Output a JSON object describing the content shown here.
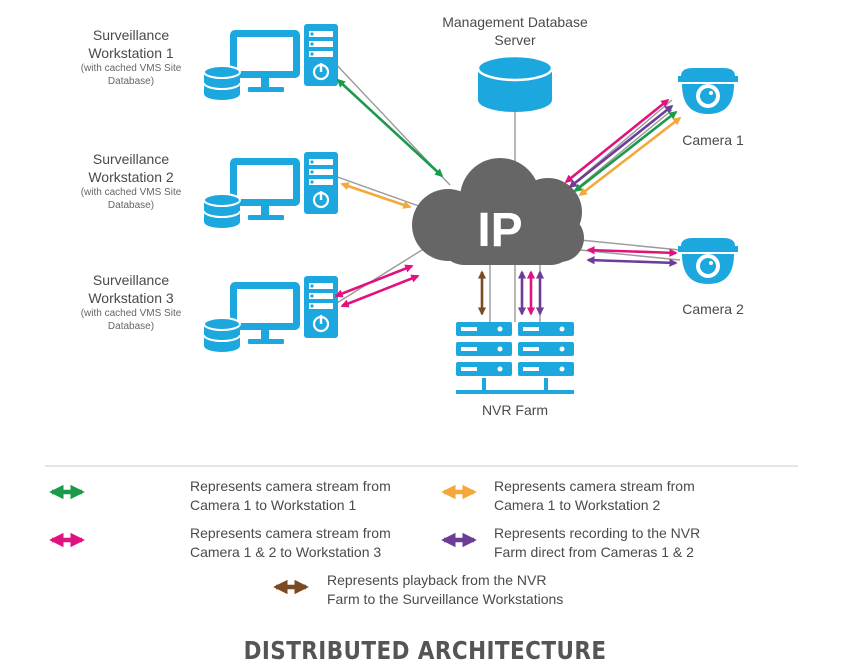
{
  "colors": {
    "device_blue": "#1ca8de",
    "cloud_gray": "#666666",
    "green": "#1a9a4a",
    "orange": "#f5a83a",
    "magenta": "#e0137e",
    "purple": "#6b3d96",
    "brown": "#7a4a22"
  },
  "nodes": {
    "ws1": {
      "title_line1": "Surveillance",
      "title_line2": "Workstation 1",
      "sub_line1": "(with cached VMS Site",
      "sub_line2": "Database)"
    },
    "ws2": {
      "title_line1": "Surveillance",
      "title_line2": "Workstation 2",
      "sub_line1": "(with cached VMS Site",
      "sub_line2": "Database)"
    },
    "ws3": {
      "title_line1": "Surveillance",
      "title_line2": "Workstation 3",
      "sub_line1": "(with cached VMS Site",
      "sub_line2": "Database)"
    },
    "db_server": {
      "line1": "Management Database",
      "line2": "Server"
    },
    "cloud": {
      "label": "IP"
    },
    "camera1": {
      "label": "Camera 1"
    },
    "camera2": {
      "label": "Camera 2"
    },
    "nvr": {
      "label": "NVR Farm"
    }
  },
  "legend": [
    {
      "line1": "Represents camera stream from",
      "line2": "Camera 1 to Workstation 1",
      "color": "green"
    },
    {
      "line1": "Represents camera stream from",
      "line2": "Camera 1 to Workstation 2",
      "color": "orange"
    },
    {
      "line1": "Represents camera stream from",
      "line2": "Camera 1 & 2 to Workstation 3",
      "color": "magenta"
    },
    {
      "line1": "Represents recording to the NVR",
      "line2": "Farm direct from Cameras 1 & 2",
      "color": "purple"
    },
    {
      "line1": "Represents playback from the NVR",
      "line2": "Farm to the Surveillance Workstations",
      "color": "brown"
    }
  ],
  "footer": {
    "title": "DISTRIBUTED ARCHITECTURE"
  }
}
